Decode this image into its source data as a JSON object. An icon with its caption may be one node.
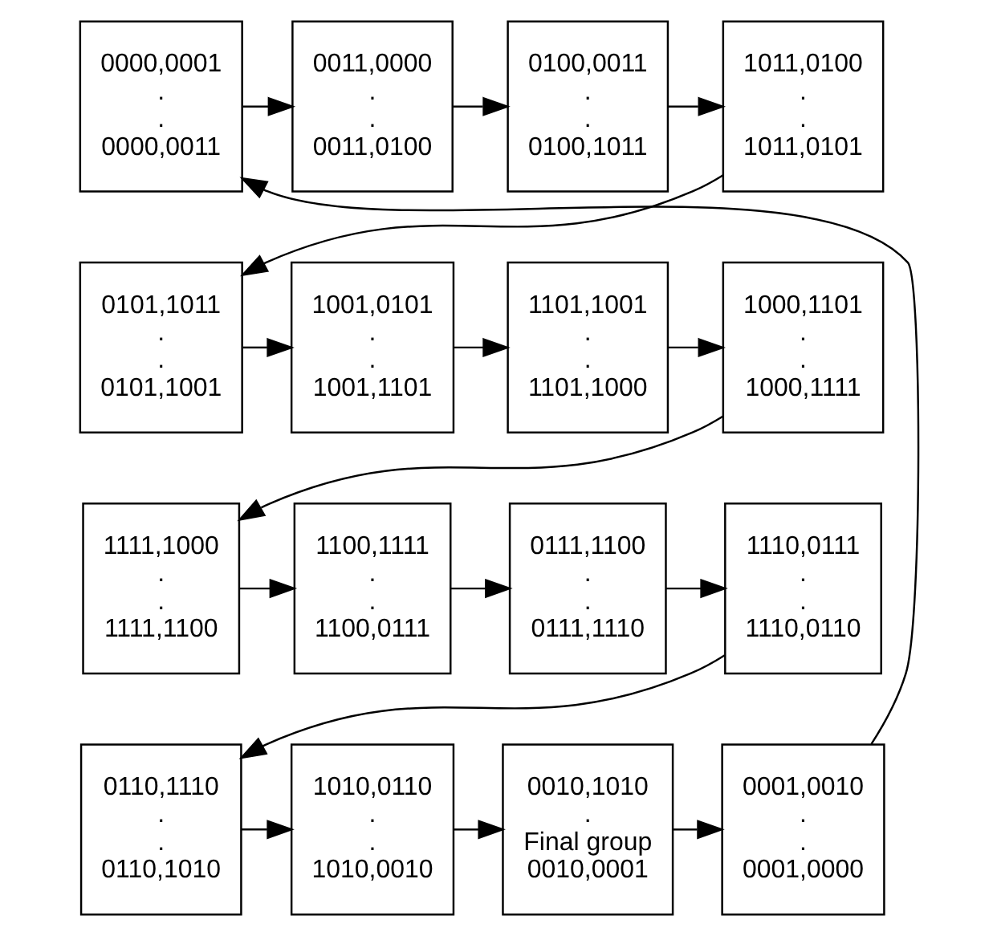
{
  "diagram": {
    "nodes": [
      {
        "text": [
          "0000,0001",
          ".",
          ".",
          "0000,0011"
        ]
      },
      {
        "text": [
          "0011,0000",
          ".",
          ".",
          "0011,0100"
        ]
      },
      {
        "text": [
          "0100,0011",
          ".",
          ".",
          "0100,1011"
        ]
      },
      {
        "text": [
          "1011,0100",
          ".",
          ".",
          "1011,0101"
        ]
      },
      {
        "text": [
          "0101,1011",
          ".",
          ".",
          "0101,1001"
        ]
      },
      {
        "text": [
          "1001,0101",
          ".",
          ".",
          "1001,1101"
        ]
      },
      {
        "text": [
          "1101,1001",
          ".",
          ".",
          "1101,1000"
        ]
      },
      {
        "text": [
          "1000,1101",
          ".",
          ".",
          "1000,1111"
        ]
      },
      {
        "text": [
          "1111,1000",
          ".",
          ".",
          "1111,1100"
        ]
      },
      {
        "text": [
          "1100,1111",
          ".",
          ".",
          "1100,0111"
        ]
      },
      {
        "text": [
          "0111,1100",
          ".",
          ".",
          "0111,1110"
        ]
      },
      {
        "text": [
          "1110,0111",
          ".",
          ".",
          "1110,0110"
        ]
      },
      {
        "text": [
          "0110,1110",
          ".",
          ".",
          "0110,1010"
        ]
      },
      {
        "text": [
          "1010,0110",
          ".",
          ".",
          "1010,0010"
        ]
      },
      {
        "text": [
          "0010,1010",
          ".",
          "Final group",
          "0010,0001"
        ]
      },
      {
        "text": [
          "0001,0010",
          ".",
          ".",
          "0001,0000"
        ]
      }
    ],
    "edges": [
      {
        "from": 0,
        "to": 1,
        "arrow": "to"
      },
      {
        "from": 1,
        "to": 2,
        "arrow": "to"
      },
      {
        "from": 2,
        "to": 3,
        "arrow": "to"
      },
      {
        "from": 3,
        "to": 4,
        "arrow": "to"
      },
      {
        "from": 4,
        "to": 5,
        "arrow": "to"
      },
      {
        "from": 5,
        "to": 6,
        "arrow": "to"
      },
      {
        "from": 6,
        "to": 7,
        "arrow": "to"
      },
      {
        "from": 7,
        "to": 8,
        "arrow": "to"
      },
      {
        "from": 8,
        "to": 9,
        "arrow": "to"
      },
      {
        "from": 9,
        "to": 10,
        "arrow": "to"
      },
      {
        "from": 10,
        "to": 11,
        "arrow": "to"
      },
      {
        "from": 11,
        "to": 12,
        "arrow": "to"
      },
      {
        "from": 12,
        "to": 13,
        "arrow": "to"
      },
      {
        "from": 13,
        "to": 14,
        "arrow": "to"
      },
      {
        "from": 14,
        "to": 15,
        "arrow": "to"
      },
      {
        "from": 15,
        "to": 0,
        "arrow": "to"
      }
    ]
  }
}
